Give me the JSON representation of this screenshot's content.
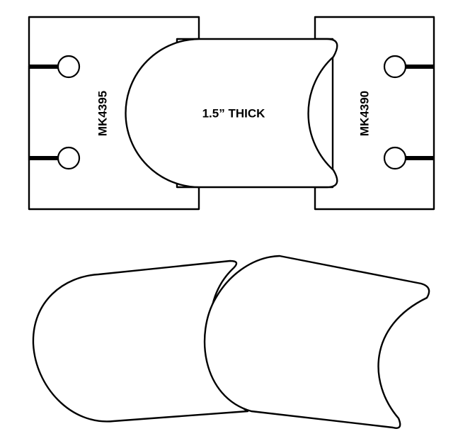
{
  "labels": {
    "left_block": "MK4395",
    "right_block": "MK4390",
    "center_piece": "1.5” THICK"
  },
  "colors": {
    "stroke": "#000000",
    "background": "#ffffff"
  }
}
